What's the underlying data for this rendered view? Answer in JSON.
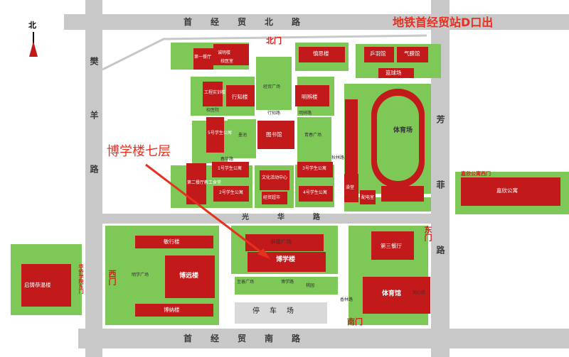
{
  "north": {
    "label": "北"
  },
  "metro_exit": "地铁首经贸站D口出",
  "highlight": {
    "text": "博学楼七层",
    "target": "博学楼"
  },
  "roads": {
    "north_road": "首经贸北路",
    "south_road": "首经贸南路",
    "west_road": "樊羊路",
    "east_road": "芳菲路",
    "middle_road": "光华路",
    "parking": "停车场"
  },
  "gates": {
    "north": "北门",
    "west": "西门",
    "south": "南门",
    "east": "东门",
    "huaqiao_east": "华侨学院东门",
    "apartment_west": "嘉欣公寓西门"
  },
  "buildings": {
    "boxue": "博学楼",
    "minxing": "敏行楼",
    "boyuan": "博远楼",
    "bona": "博纳楼",
    "chongde": "崇德广场",
    "qizhu": "启铸恭温楼",
    "third_canteen": "第三餐厅",
    "gym": "体育馆",
    "shensi": "慎思楼",
    "pingpong": "乒羽馆",
    "qimo": "气膜馆",
    "basketball": "篮球场",
    "stadium": "体育场",
    "xingzhi": "行知楼",
    "mingbian": "明辨楼",
    "library": "图书馆",
    "second_canteen": "第二餐厅教工食堂",
    "apt5": "5号学生公寓",
    "apt1": "1号学生公寓",
    "apt2": "2号学生公寓",
    "apt3": "3号学生公寓",
    "apt4": "4号学生公寓",
    "activity": "文化活动中心",
    "jiaxin": "嘉欣公寓",
    "jingmao_square": "经贸广场",
    "qingchun_square": "青春广场",
    "first_canteen": "第一餐厅"
  },
  "small_labels": [
    "诚明楼",
    "校医室",
    "工程实训楼",
    "校医院",
    "墨池",
    "博学路",
    "春华路",
    "行知路",
    "明辨路",
    "秋林路",
    "经贸超市",
    "澡堂",
    "配电室",
    "明学广场",
    "至善广场",
    "桃园",
    "润心苑",
    "香林路"
  ],
  "colors": {
    "building": "#c21a1a",
    "green": "#7ec858",
    "road": "#c8c8c8",
    "text_red": "#e8301f",
    "gate_red": "#d61c1c",
    "track_red": "#c21a1a"
  }
}
